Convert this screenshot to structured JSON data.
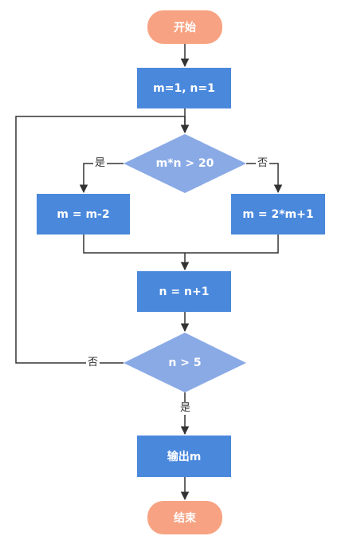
{
  "nodes": {
    "start": "开始",
    "init": "m=1, n=1",
    "cond1": "m*n > 20",
    "yes_branch": "m = m-2",
    "no_branch": "m = 2*m+1",
    "increment": "n = n+1",
    "cond2": "n > 5",
    "output": "输出m",
    "end": "结束"
  },
  "edge_labels": {
    "cond1_yes": "是",
    "cond1_no": "否",
    "cond2_no": "否",
    "cond2_yes": "是"
  },
  "colors": {
    "terminal": "#f7a383",
    "process": "#4a88dc",
    "decision": "#8aaae6",
    "line": "#333333"
  }
}
